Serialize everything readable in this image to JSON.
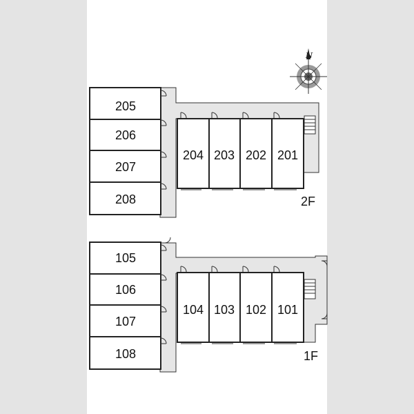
{
  "compass": {
    "north_label": "N"
  },
  "floors": [
    {
      "id": "2F",
      "label": "2F",
      "left_units": [
        "205",
        "206",
        "207",
        "208"
      ],
      "row_units": [
        "204",
        "203",
        "202",
        "201"
      ]
    },
    {
      "id": "1F",
      "label": "1F",
      "left_units": [
        "105",
        "106",
        "107",
        "108"
      ],
      "row_units": [
        "104",
        "103",
        "102",
        "101"
      ]
    }
  ],
  "colors": {
    "background": "#ffffff",
    "side_bands": "#e4e4e4",
    "corridor": "#e6e6e6",
    "walls": "#222222"
  }
}
